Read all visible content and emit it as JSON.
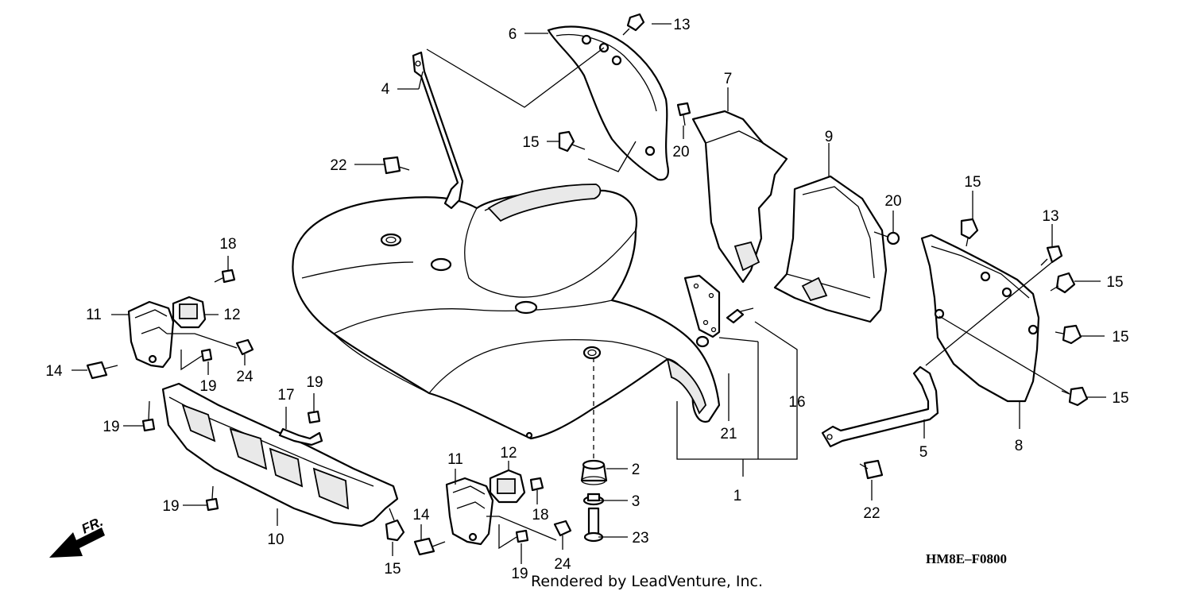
{
  "callouts": {
    "c1": "1",
    "c2": "2",
    "c3": "3",
    "c4": "4",
    "c5": "5",
    "c6": "6",
    "c7": "7",
    "c8": "8",
    "c9": "9",
    "c10": "10",
    "c11a": "11",
    "c11b": "11",
    "c12a": "12",
    "c12b": "12",
    "c13a": "13",
    "c13b": "13",
    "c14a": "14",
    "c14b": "14",
    "c15a": "15",
    "c15b": "15",
    "c15c": "15",
    "c15d": "15",
    "c15e": "15",
    "c15f": "15",
    "c16": "16",
    "c17": "17",
    "c18a": "18",
    "c18b": "18",
    "c19a": "19",
    "c19b": "19",
    "c19c": "19",
    "c19d": "19",
    "c19e": "19",
    "c20a": "20",
    "c20b": "20",
    "c21": "21",
    "c22a": "22",
    "c22b": "22",
    "c23": "23",
    "c24a": "24",
    "c24b": "24"
  },
  "diagram_code": "HM8E–F0800",
  "credit": "Rendered by LeadVenture, Inc.",
  "direction_label": "FR."
}
